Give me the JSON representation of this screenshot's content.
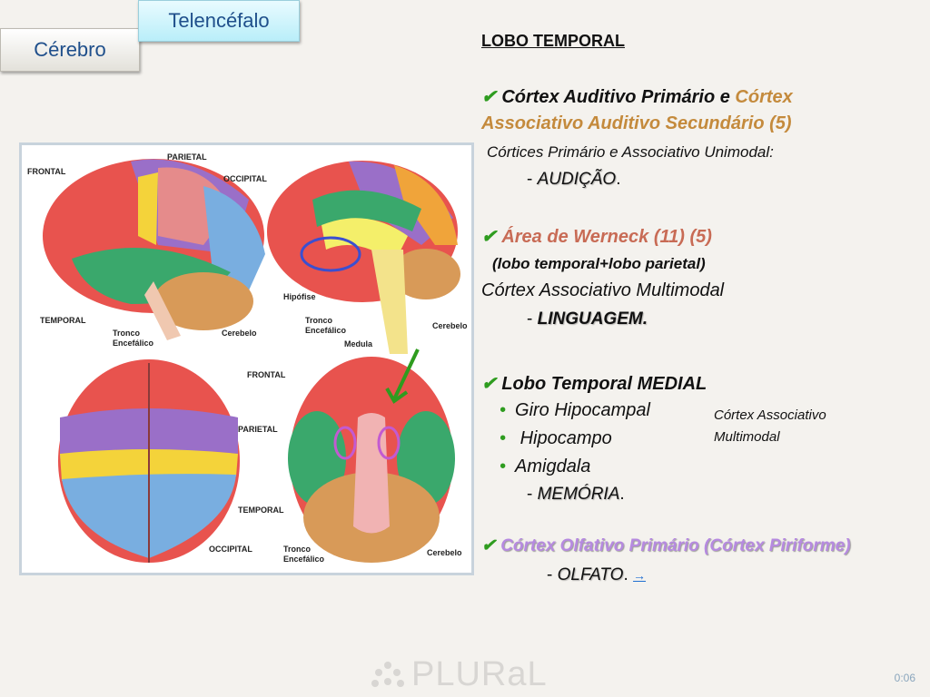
{
  "tabs": {
    "back": "Cérebro",
    "current": "Telencéfalo"
  },
  "figure": {
    "labels": {
      "frontal1": "FRONTAL",
      "parietal1": "PARIETAL",
      "occipital1": "OCCIPITAL",
      "temporal1": "TEMPORAL",
      "tronco1": "Tronco",
      "encefalico1": "Encefálico",
      "cerebelo1": "Cerebelo",
      "hipofise": "Hipófise",
      "tronco2": "Tronco",
      "encefalico2": "Encefálico",
      "medula": "Medula",
      "cerebelo2": "Cerebelo",
      "frontal2": "FRONTAL",
      "parietal2": "PARIETAL",
      "temporal2": "TEMPORAL",
      "occipital2": "OCCIPITAL",
      "tronco3": "Tronco",
      "encefalico3": "Encefálico",
      "cerebelo3": "Cerebelo"
    }
  },
  "content": {
    "title": "LOBO TEMPORAL",
    "s1_part1": "Córtex Auditivo Primário e ",
    "s1_part2": "Córtex",
    "s1_line2": "Associativo  Auditivo  Secundário (5)",
    "s1_line3": "Córtices Primário e Associativo Unimodal:",
    "s1_dash": "- ",
    "s1_value": "AUDIÇÃO",
    "s1_end": ".",
    "s2_title": "Área de Werneck (11) (5)",
    "s2_sub": "(lobo temporal+lobo parietal)",
    "s2_line": "Córtex  Associativo Multimodal",
    "s2_dash": "- ",
    "s2_value": "LINGUAGEM.",
    "s3_title": "Lobo Temporal MEDIAL",
    "s3_items": [
      "Giro Hipocampal",
      " Hipocampo",
      "Amigdala"
    ],
    "s3_side1": "Córtex Associativo",
    "s3_side2": "Multimodal",
    "s3_dash": "- ",
    "s3_value": "MEMÓRIA",
    "s3_end": ".",
    "s4_title": "Córtex Olfativo Primário (Córtex Piriforme)",
    "s4_dash": "- ",
    "s4_value": "OLFATO",
    "s4_end": ". ",
    "s4_link": "→"
  },
  "footer": {
    "logo": "PLURaL",
    "time": "0:06"
  },
  "colors": {
    "check": "#2e9c1f",
    "tan": "#c48a3c",
    "salmon": "#c86b55",
    "lavender": "#b68ae0",
    "tab_blue": "#1f4f8b"
  }
}
